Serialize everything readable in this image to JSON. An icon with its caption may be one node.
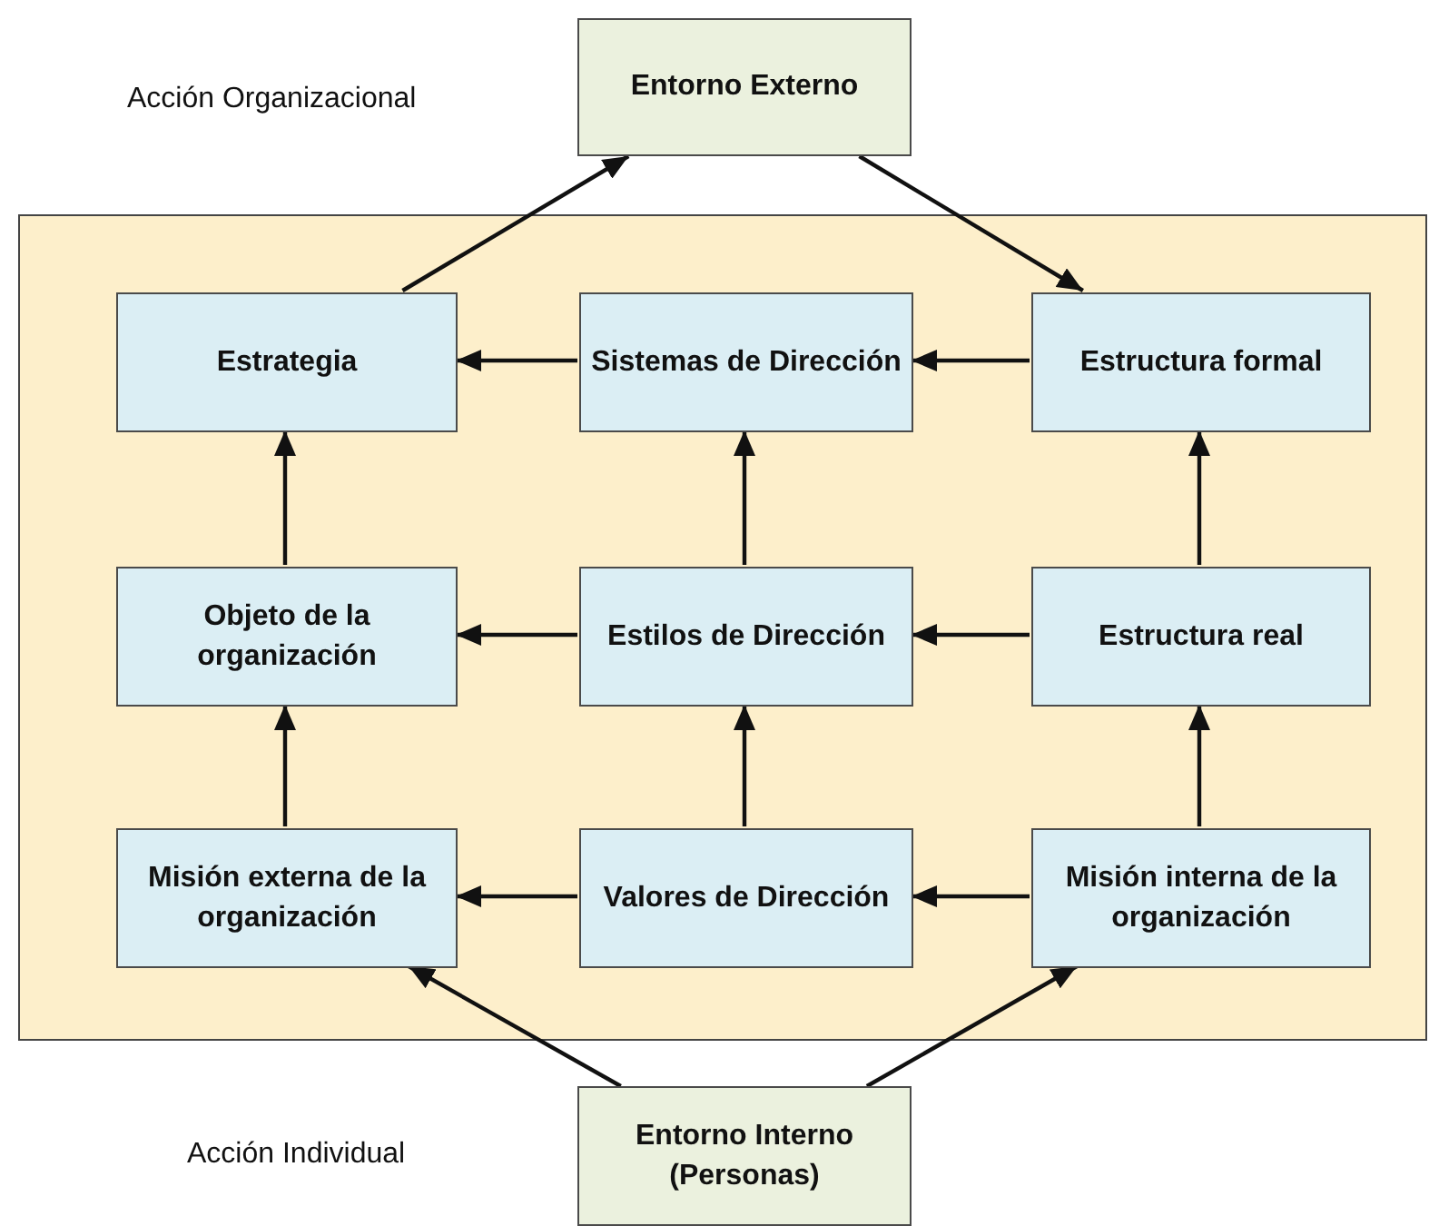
{
  "diagram": {
    "nodes": [
      {
        "text": [
          "Entorno Externo"
        ]
      },
      {
        "text": [],
        "shape": "box"
      },
      {
        "text": [
          "Estrategia"
        ],
        "in": 1
      },
      {
        "text": [
          "Sistemas de Dirección"
        ],
        "in": 1
      },
      {
        "text": [
          "Estructura formal"
        ],
        "in": 1
      },
      {
        "text": [
          "Objeto de la organización"
        ],
        "in": 1
      },
      {
        "text": [
          "Estilos de Dirección"
        ],
        "in": 1
      },
      {
        "text": [
          "Estructura real"
        ],
        "in": 1
      },
      {
        "text": [
          "Misión externa de la organización"
        ],
        "in": 1
      },
      {
        "text": [
          "Valores de Dirección"
        ],
        "in": 1
      },
      {
        "text": [
          "Misión interna de la organización"
        ],
        "in": 1
      },
      {
        "text": [
          "Entorno Interno (Personas)"
        ]
      }
    ],
    "edges": [
      {
        "from": 2,
        "to": 0,
        "arrow": "to"
      },
      {
        "from": 0,
        "to": 4,
        "arrow": "to"
      },
      {
        "from": 3,
        "to": 2,
        "arrow": "to"
      },
      {
        "from": 4,
        "to": 3,
        "arrow": "to"
      },
      {
        "from": 5,
        "to": 2,
        "arrow": "to"
      },
      {
        "from": 6,
        "to": 3,
        "arrow": "to"
      },
      {
        "from": 7,
        "to": 4,
        "arrow": "to"
      },
      {
        "from": 6,
        "to": 5,
        "arrow": "to"
      },
      {
        "from": 7,
        "to": 6,
        "arrow": "to"
      },
      {
        "from": 8,
        "to": 5,
        "arrow": "to"
      },
      {
        "from": 9,
        "to": 6,
        "arrow": "to"
      },
      {
        "from": 10,
        "to": 7,
        "arrow": "to"
      },
      {
        "from": 9,
        "to": 8,
        "arrow": "to"
      },
      {
        "from": 10,
        "to": 9,
        "arrow": "to"
      },
      {
        "from": 11,
        "to": 8,
        "arrow": "to"
      },
      {
        "from": 11,
        "to": 10,
        "arrow": "to"
      }
    ],
    "labels": [
      "Acción Organizacional",
      "Acción Individual"
    ]
  }
}
